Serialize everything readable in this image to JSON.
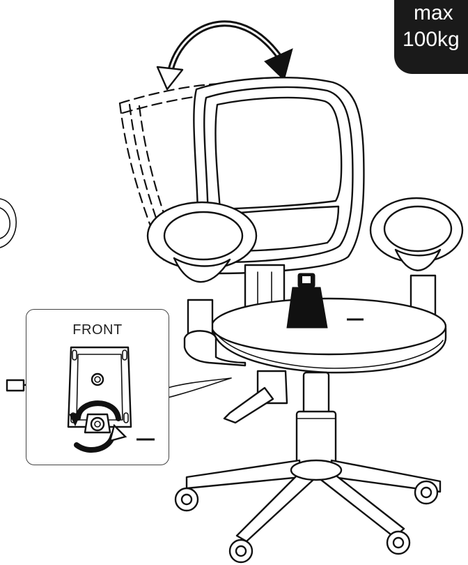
{
  "badge": {
    "line1": "max",
    "line2": "100kg"
  },
  "inset": {
    "label": "FRONT"
  },
  "colors": {
    "ink": "#111111",
    "badge_bg": "#1a1a1a",
    "badge_text": "#ffffff",
    "background": "#ffffff"
  }
}
